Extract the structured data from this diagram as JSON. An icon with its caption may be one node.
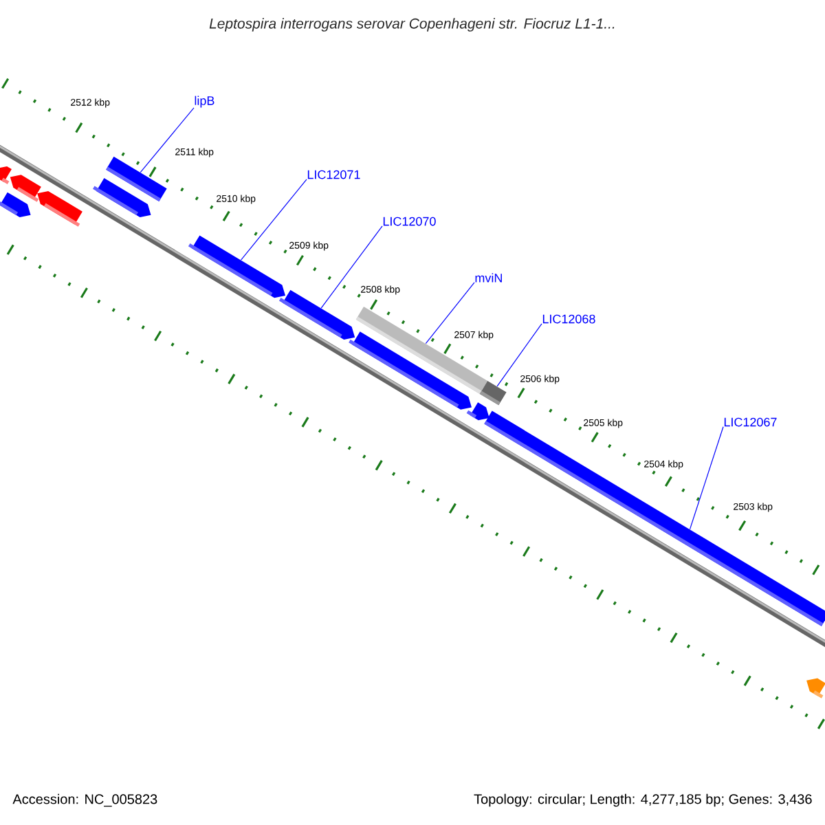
{
  "diagram": {
    "title": "Leptospira interrogans serovar Copenhageni str. Fiocruz L1-1...",
    "nodes": [
      {
        "text": [
          "lipB"
        ]
      },
      {
        "text": [
          "LIC12071"
        ]
      },
      {
        "text": [
          "LIC12070"
        ]
      },
      {
        "text": [
          "mviN"
        ]
      },
      {
        "text": [
          "LIC12068"
        ]
      },
      {
        "text": [
          "LIC12067"
        ]
      },
      {
        "text": [],
        "shape": "pentagon"
      },
      {
        "text": [],
        "shape": "pentagon"
      },
      {
        "text": [],
        "shape": "pentagon"
      },
      {
        "text": [],
        "shape": "pentagon"
      },
      {
        "text": [],
        "shape": "pentagon"
      },
      {
        "text": [],
        "shape": "bar"
      },
      {
        "text": [],
        "shape": "pentagon"
      },
      {
        "text": [],
        "shape": "pentagon"
      },
      {
        "text": [],
        "shape": "pentagon"
      },
      {
        "text": [],
        "shape": "bar"
      },
      {
        "text": [],
        "shape": "pentagon"
      },
      {
        "text": [],
        "shape": "bar"
      },
      {
        "text": [],
        "shape": "bar"
      },
      {
        "text": [],
        "shape": "pentagon"
      }
    ],
    "edges": [
      {
        "from": 0,
        "to": 11,
        "arrow": "none"
      },
      {
        "from": 1,
        "to": 12,
        "arrow": "none"
      },
      {
        "from": 2,
        "to": 13,
        "arrow": "none"
      },
      {
        "from": 3,
        "to": 15,
        "arrow": "none"
      },
      {
        "from": 4,
        "to": 17,
        "arrow": "none"
      },
      {
        "from": 5,
        "to": 18,
        "arrow": "none"
      }
    ],
    "labels": [
      "2512 kbp",
      "2511 kbp",
      "2510 kbp",
      "2509 kbp",
      "2508 kbp",
      "2507 kbp",
      "2506 kbp",
      "2505 kbp",
      "2504 kbp",
      "2503 kbp",
      "Accession: NC_005823",
      "Topology: circular; Length: 4,277,185 bp; Genes: 3,436"
    ]
  }
}
